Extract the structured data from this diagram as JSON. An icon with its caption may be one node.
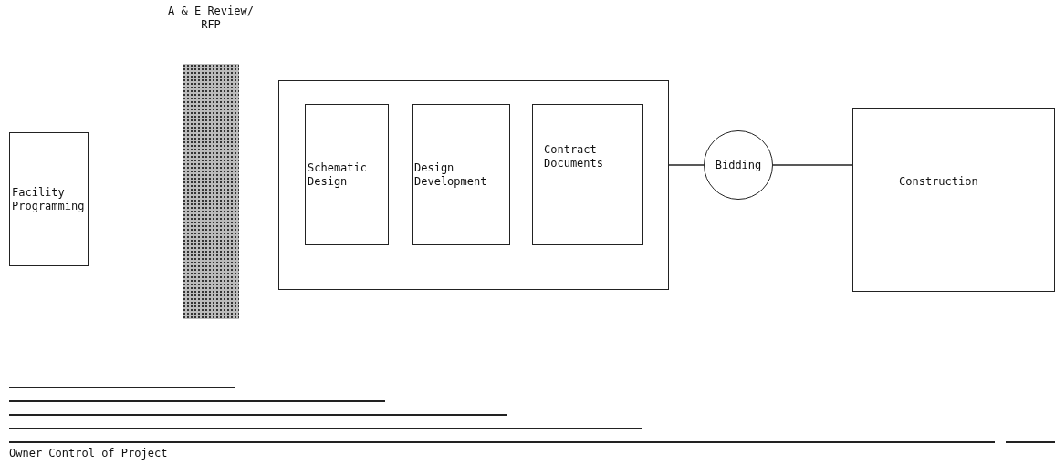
{
  "diagram": {
    "nodes": [
      {
        "text": [
          "Facility Programming"
        ]
      },
      {
        "text": [
          "A & E Review/ RFP"
        ]
      },
      {
        "text": [],
        "shape": "box"
      },
      {
        "text": [
          "Schematic Design"
        ],
        "in": 2
      },
      {
        "text": [
          "Design Development"
        ],
        "in": 2
      },
      {
        "text": [
          "Contract Documents"
        ],
        "in": 2
      },
      {
        "text": [
          "Bidding"
        ]
      },
      {
        "text": [
          "Construction"
        ]
      }
    ],
    "edges": [
      {
        "from": 2,
        "to": 6,
        "arrow": "none"
      },
      {
        "from": 6,
        "to": 7,
        "arrow": "none"
      }
    ],
    "labels": [
      "Owner Control of Project"
    ]
  }
}
